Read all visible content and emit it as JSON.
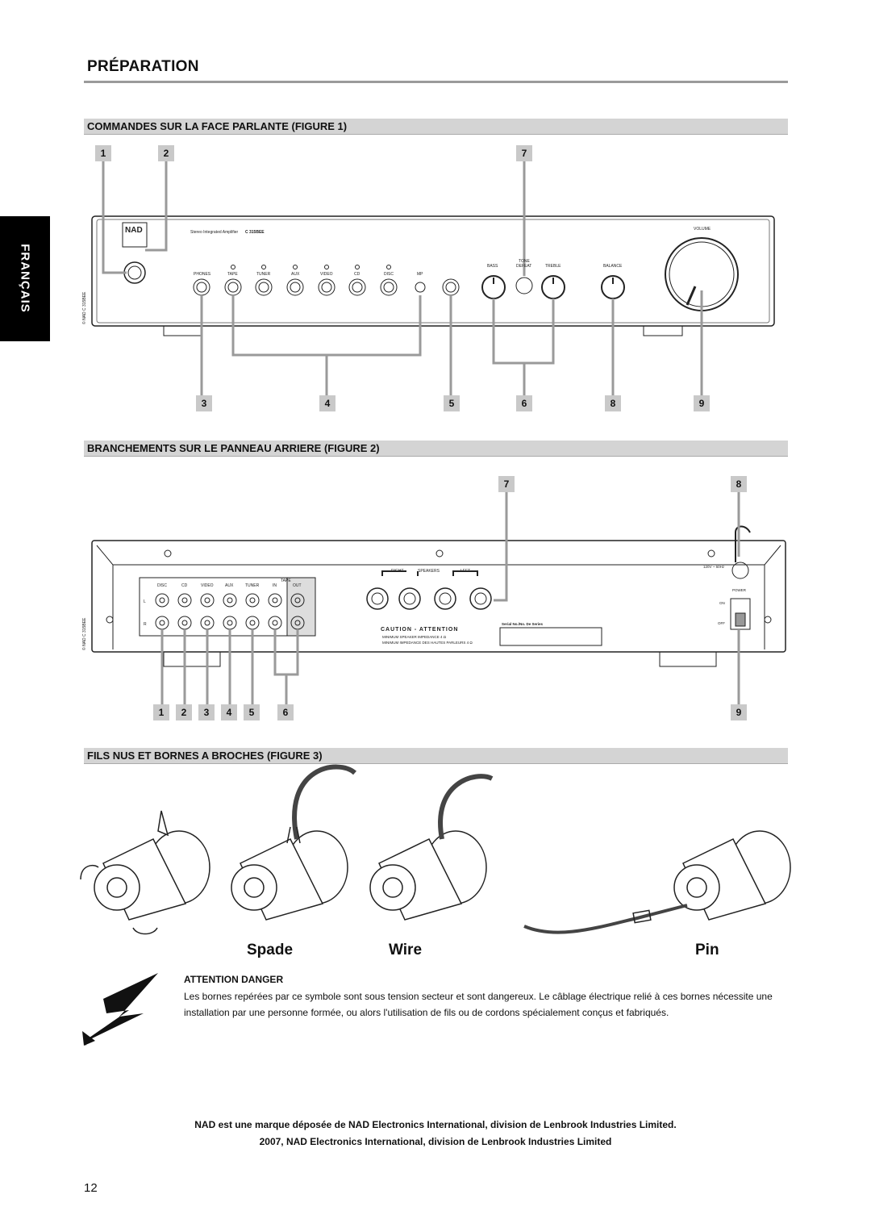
{
  "page": {
    "title": "PRÉPARATION",
    "side_tab": "FRANÇAIS",
    "page_number": "12"
  },
  "sections": [
    {
      "heading": "COMMANDES SUR LA FACE PARLANTE (FIGURE 1)"
    },
    {
      "heading": "BRANCHEMENTS SUR LE PANNEAU ARRIERE (FIGURE 2)"
    },
    {
      "heading": "FILS NUS ET BORNES A BROCHES (FIGURE 3)"
    }
  ],
  "figure1": {
    "brand": "NAD",
    "model_text": "Stereo Integrated Amplifier",
    "model_bold": "C 315BEE",
    "volume": "VOLUME",
    "inputs": [
      "PHONES",
      "TAPE",
      "TUNER",
      "AUX",
      "VIDEO",
      "CD",
      "DISC",
      "MP"
    ],
    "tone": [
      "BASS",
      "TONE",
      "DEFEAT",
      "TREBLE",
      "BALANCE"
    ],
    "copyright_vertical": "© NAD C 315BEE",
    "callouts_top": [
      "1",
      "2",
      "7"
    ],
    "callouts_bottom": [
      "3",
      "4",
      "5",
      "6",
      "8",
      "9"
    ]
  },
  "figure2": {
    "inputs": [
      "DISC",
      "CD",
      "VIDEO",
      "AUX",
      "TUNER",
      "IN",
      "OUT"
    ],
    "tape": "TAPE",
    "channel_l": "L",
    "channel_r": "R",
    "speakers": [
      "RIGHT",
      "SPEAKERS",
      "LEFT"
    ],
    "caution": "CAUTION - ATTENTION",
    "imp1": "MINIMUM SPEAKER IMPEDANCE 4 Ω",
    "imp2": "MINIMUM IMPEDANCE DES HAUTES PARLEURS 4 Ω",
    "serial": "Serial No./No. De Series",
    "mains": "120V ~ 60Hz",
    "power": "POWER",
    "on": "ON",
    "off": "OFF",
    "copyright_vertical": "© NAD C 315BEE",
    "callouts_top": [
      "7",
      "8"
    ],
    "callouts_bottom": [
      "1",
      "2",
      "3",
      "4",
      "5",
      "6",
      "9"
    ]
  },
  "figure3": {
    "labels": [
      "Spade",
      "Wire",
      "Pin"
    ]
  },
  "warning": {
    "heading": "ATTENTION DANGER",
    "body": "Les bornes repérées par ce symbole sont sous tension secteur et sont dangereux.  Le câblage électrique relié à ces bornes nécessite une installation par une personne formée, ou alors l'utilisation de fils ou de cordons spécialement conçus et fabriqués."
  },
  "footer": {
    "line1": "NAD  est une marque déposée de NAD Electronics International, division de Lenbrook Industries Limited.",
    "line2": "2007, NAD Electronics International, division de Lenbrook Industries Limited"
  }
}
